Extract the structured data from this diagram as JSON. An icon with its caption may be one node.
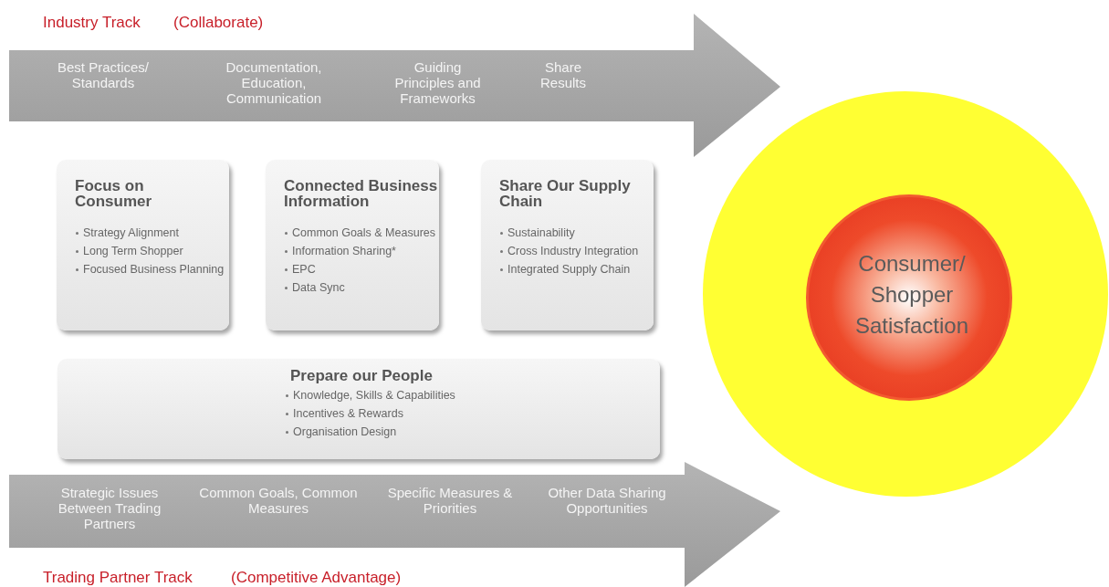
{
  "diagram": {
    "nodes": [
      {
        "text": [
          "Industry Track",
          "(Collaborate)",
          "Best Practices/ Standards",
          "Documentation, Education, Communication",
          "Guiding Principles and Frameworks",
          "Share Results"
        ]
      },
      {
        "text": [
          "Focus on Consumer",
          "Strategy Alignment",
          "Long Term Shopper",
          "Focused Business Planning"
        ]
      },
      {
        "text": [
          "Connected Business Information",
          "Common Goals & Measures",
          "Information Sharing*",
          "EPC",
          "Data Sync"
        ]
      },
      {
        "text": [
          "Share Our Supply Chain",
          "Sustainability",
          "Cross Industry Integration",
          "Integrated Supply Chain"
        ]
      },
      {
        "text": [
          "Prepare our People",
          "Knowledge, Skills & Capabilities",
          "Incentives & Rewards",
          "Organisation Design"
        ]
      },
      {
        "text": [
          "Strategic Issues Between Trading Partners",
          "Common Goals, Common Measures",
          "Specific Measures & Priorities",
          "Other Data Sharing Opportunities",
          "Trading Partner Track",
          "(Competitive Advantage)"
        ]
      },
      {
        "text": [],
        "shape": "circle"
      },
      {
        "text": [
          "Consumer/ Shopper Satisfaction"
        ],
        "in": 6
      }
    ]
  }
}
